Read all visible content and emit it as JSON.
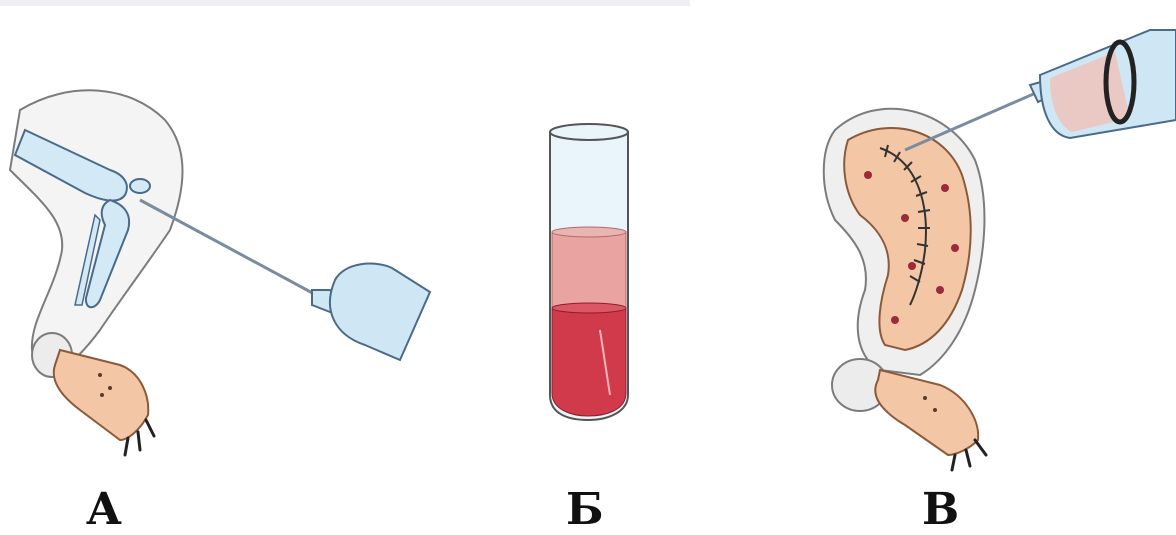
{
  "panels": [
    {
      "label": "А"
    },
    {
      "label": "Б"
    },
    {
      "label": "В"
    }
  ],
  "colors": {
    "skin": "#f3c7a6",
    "blood_plasma": "#e9a3a0",
    "blood_cells": "#d13a4a",
    "syringe_blue": "#cfe6f4",
    "fur_gray": "#b9b9b9",
    "bone_blue": "#d3e9f5",
    "dot_red": "#9c2a3a"
  }
}
